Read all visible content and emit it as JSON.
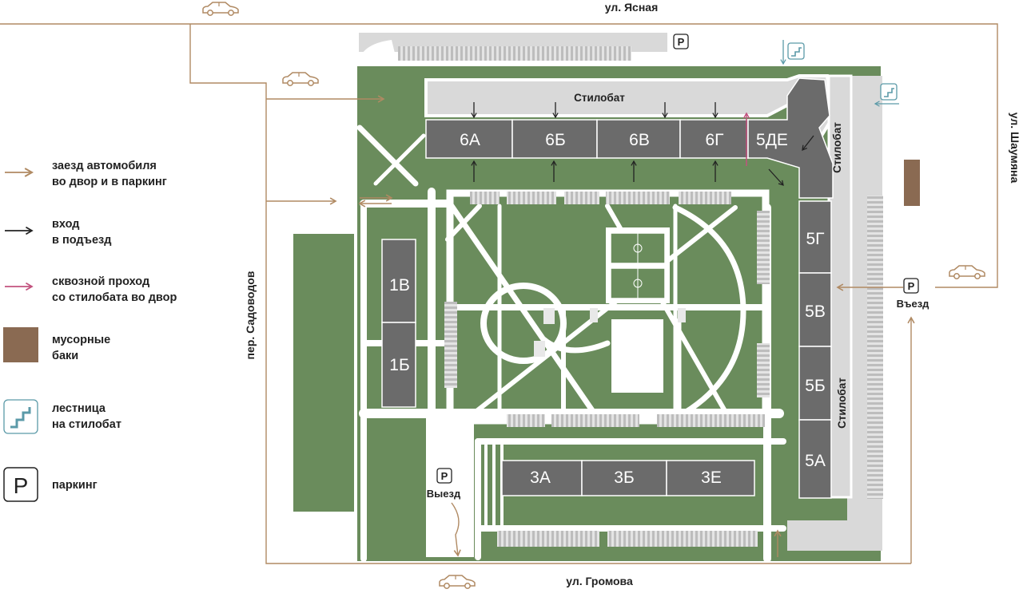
{
  "streets": {
    "north": "ул. Ясная",
    "south": "ул. Громова",
    "east": "ул. Шаумяна",
    "west": "пер. Садоводов"
  },
  "stylobate_label": "Стилобат",
  "entries": {
    "east": "Въезд",
    "south": "Выезд",
    "parking_symbol": "P"
  },
  "buildings": {
    "b6a": "6А",
    "b6b": "6Б",
    "b6v": "6В",
    "b6g": "6Г",
    "b5de": "5ДЕ",
    "b5g": "5Г",
    "b5v": "5В",
    "b5b": "5Б",
    "b5a": "5А",
    "b1v": "1В",
    "b1b": "1Б",
    "b3a": "3А",
    "b3b": "3Б",
    "b3e": "3Е"
  },
  "legend": [
    {
      "line1": "заезд автомобиля",
      "line2": "во двор и в паркинг",
      "icon": "tan-arrow-icon"
    },
    {
      "line1": "вход",
      "line2": "в подъезд",
      "icon": "black-arrow-icon"
    },
    {
      "line1": "сквозной проход",
      "line2": "со стилобата во двор",
      "icon": "pink-arrow-icon"
    },
    {
      "line1": "мусорные",
      "line2": "баки",
      "icon": "trash-bin-icon"
    },
    {
      "line1": "лестница",
      "line2": "на стилобат",
      "icon": "stairs-icon"
    },
    {
      "line1": "паркинг",
      "line2": "",
      "icon": "parking-icon"
    }
  ],
  "colors": {
    "green": "#6a8c5c",
    "building": "#6b6b6b",
    "stylobate": "#d9d9d9",
    "car_route": "#b08a63",
    "pass_through": "#c2527e",
    "trash": "#8a6a52",
    "stairs": "#5b9aa8"
  }
}
